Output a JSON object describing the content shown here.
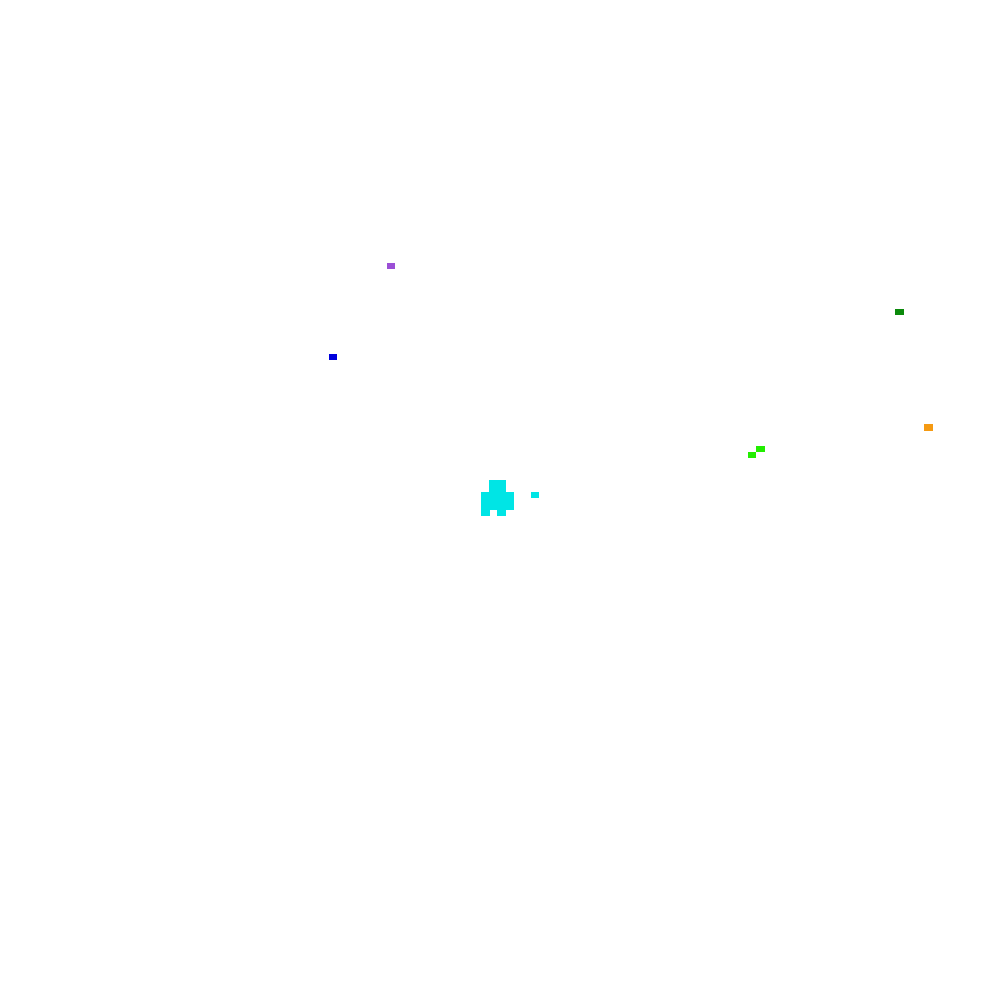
{
  "scene": {
    "background": "#ffffff",
    "entities": [
      {
        "id": "e-purple",
        "kind": "pixel-dot",
        "color": "#9b4fd6"
      },
      {
        "id": "e-blue",
        "kind": "pixel-dot",
        "color": "#0000dd"
      },
      {
        "id": "e-dkgreen",
        "kind": "pixel-dot",
        "color": "#0b8a0b"
      },
      {
        "id": "e-orange",
        "kind": "pixel-dot",
        "color": "#f59a12"
      },
      {
        "id": "e-green-a",
        "kind": "pixel-dot",
        "color": "#22ee00"
      },
      {
        "id": "e-green-b",
        "kind": "pixel-dot",
        "color": "#22ee00"
      },
      {
        "id": "e-cyan-dot",
        "kind": "pixel-dot",
        "color": "#00e5e5"
      }
    ],
    "player": {
      "kind": "player-sprite",
      "color": "#00e5e5"
    }
  }
}
